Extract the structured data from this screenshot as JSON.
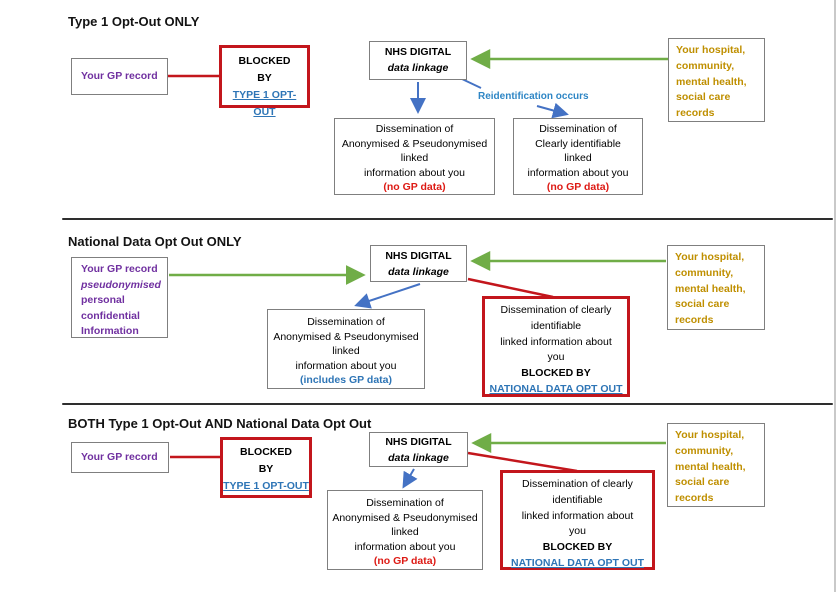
{
  "colors": {
    "purple_text": "#7030A0",
    "gold_text": "#BF8F00",
    "red_border_line": "#C3161C",
    "red_note": "#DD1A14",
    "blue_link": "#2E75B6",
    "blue_arrow": "#4472C4",
    "blue_label": "#2E86C5",
    "green_arrow": "#70AD47",
    "box_border_gray": "#7F7F7F"
  },
  "sections": [
    {
      "title": "Type 1 Opt-Out ONLY",
      "gp_box": {
        "line1": "Your GP record"
      },
      "blocked_box": {
        "line1": "BLOCKED",
        "line2": "BY",
        "link": "TYPE 1 OPT-OUT"
      },
      "nhs_box": {
        "name": "NHS DIGITAL",
        "subtitle": "data linkage"
      },
      "hospital_box": {
        "line1": "Your hospital,",
        "line2": "community,",
        "line3": "mental health,",
        "line4": "social care",
        "line5": "records"
      },
      "reidentification_label": "Reidentification occurs",
      "diss_anon": {
        "line1": "Dissemination of",
        "line2": "Anonymised & Pseudonymised",
        "line3": "linked",
        "line4": "information about you",
        "note": "(no GP data)"
      },
      "diss_ident": {
        "line1": "Dissemination of",
        "line2": "Clearly identifiable",
        "line3": "linked",
        "line4": "information about you",
        "note": "(no GP data)"
      }
    },
    {
      "title": "National Data Opt Out ONLY",
      "gp_box": {
        "line1": "Your GP record",
        "line2": "pseudonymised",
        "line3": "personal",
        "line4": "confidential",
        "line5": "Information"
      },
      "nhs_box": {
        "name": "NHS DIGITAL",
        "subtitle": "data linkage"
      },
      "hospital_box": {
        "line1": "Your hospital,",
        "line2": "community,",
        "line3": "mental health,",
        "line4": "social care",
        "line5": "records"
      },
      "diss_anon": {
        "line1": "Dissemination of",
        "line2": "Anonymised & Pseudonymised",
        "line3": "linked",
        "line4": "information about you",
        "note": "(includes GP data)"
      },
      "blocked_national": {
        "line1": "Dissemination of clearly",
        "line2": "identifiable",
        "line3": "linked information about",
        "line4": "you",
        "line5": "BLOCKED BY",
        "link": "NATIONAL DATA OPT OUT"
      }
    },
    {
      "title": "BOTH Type 1 Opt-Out AND National Data Opt Out",
      "gp_box": {
        "line1": "Your GP record"
      },
      "blocked_box": {
        "line1": "BLOCKED",
        "line2": "BY",
        "link": "TYPE 1 OPT-OUT"
      },
      "nhs_box": {
        "name": "NHS DIGITAL",
        "subtitle": "data linkage"
      },
      "hospital_box": {
        "line1": "Your hospital,",
        "line2": "community,",
        "line3": "mental health,",
        "line4": "social care",
        "line5": "records"
      },
      "diss_anon": {
        "line1": "Dissemination of",
        "line2": "Anonymised & Pseudonymised",
        "line3": "linked",
        "line4": "information about you",
        "note": "(no GP data)"
      },
      "blocked_national": {
        "line1": "Dissemination of clearly",
        "line2": "identifiable",
        "line3": "linked information about",
        "line4": "you",
        "line5": "BLOCKED BY",
        "link": "NATIONAL DATA OPT OUT"
      }
    }
  ]
}
